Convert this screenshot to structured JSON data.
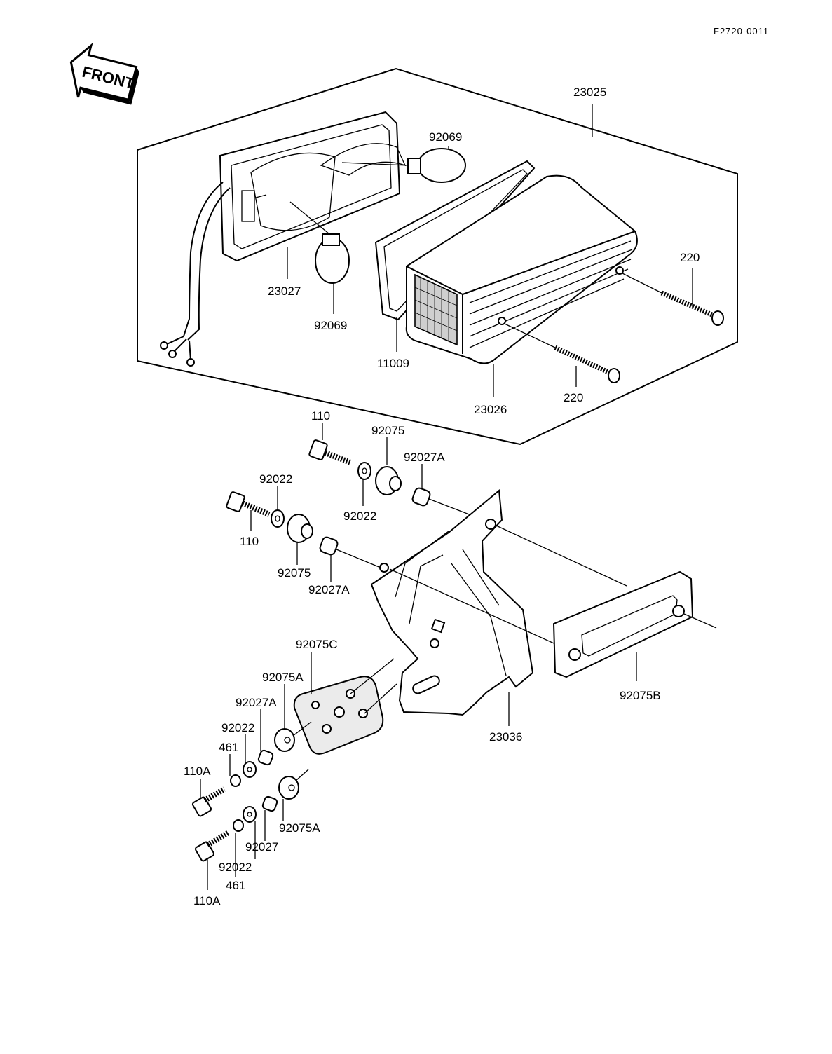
{
  "diagram": {
    "figure_code": "F2720-0011",
    "front_label": "FRONT",
    "colors": {
      "ink": "#000000",
      "paper": "#ffffff"
    },
    "parts": [
      {
        "id": "p23025",
        "number": "23025"
      },
      {
        "id": "p92069a",
        "number": "92069"
      },
      {
        "id": "p23027",
        "number": "23027"
      },
      {
        "id": "p92069b",
        "number": "92069"
      },
      {
        "id": "p11009",
        "number": "11009"
      },
      {
        "id": "p220a",
        "number": "220"
      },
      {
        "id": "p220b",
        "number": "220"
      },
      {
        "id": "p23026",
        "number": "23026"
      },
      {
        "id": "p110a",
        "number": "110"
      },
      {
        "id": "p92075a",
        "number": "92075"
      },
      {
        "id": "p92027Aa",
        "number": "92027A"
      },
      {
        "id": "p92022a",
        "number": "92022"
      },
      {
        "id": "p92022b",
        "number": "92022"
      },
      {
        "id": "p110b",
        "number": "110"
      },
      {
        "id": "p92075b",
        "number": "92075"
      },
      {
        "id": "p92027Ab",
        "number": "92027A"
      },
      {
        "id": "p92075C",
        "number": "92075C"
      },
      {
        "id": "p92075Aa",
        "number": "92075A"
      },
      {
        "id": "p92027Ac",
        "number": "92027A"
      },
      {
        "id": "p92022c",
        "number": "92022"
      },
      {
        "id": "p461a",
        "number": "461"
      },
      {
        "id": "p110Aa",
        "number": "110A"
      },
      {
        "id": "p92075Ab",
        "number": "92075A"
      },
      {
        "id": "p92027",
        "number": "92027"
      },
      {
        "id": "p92022d",
        "number": "92022"
      },
      {
        "id": "p461b",
        "number": "461"
      },
      {
        "id": "p110Ab",
        "number": "110A"
      },
      {
        "id": "p23036",
        "number": "23036"
      },
      {
        "id": "p92075B",
        "number": "92075B"
      }
    ]
  }
}
